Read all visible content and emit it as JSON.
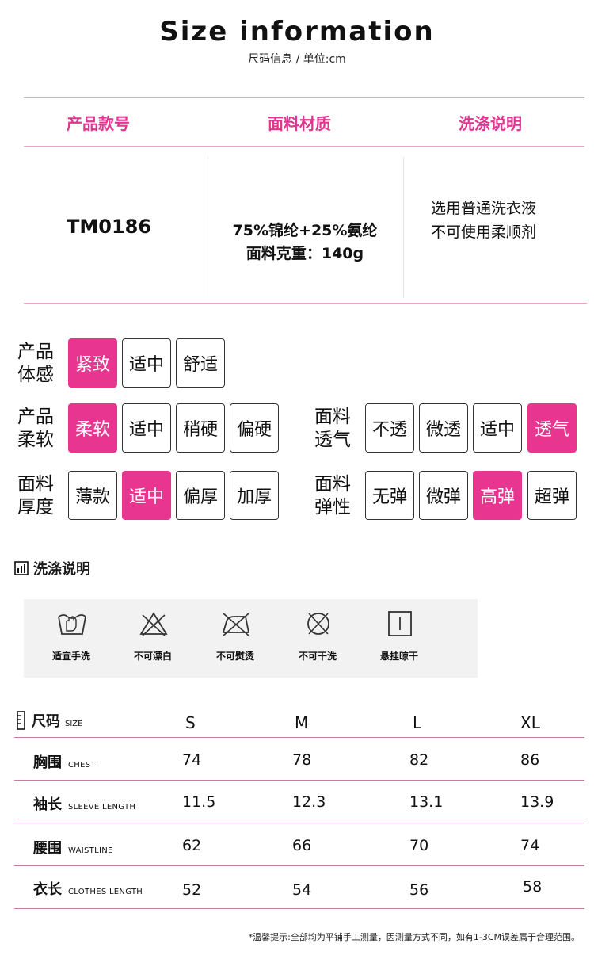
{
  "header": {
    "title": "Size information",
    "subtitle": "尺码信息 / 单位:cm"
  },
  "info": {
    "headers": [
      "产品款号",
      "面料材质",
      "洗涤说明"
    ],
    "model": "TM0186",
    "fabric_line1": "75%锦纶+25%氨纶",
    "fabric_line2": "面料克重：140g",
    "wash_line1": "选用普通洗衣液",
    "wash_line2": "不可使用柔顺剂"
  },
  "features": {
    "fit": {
      "label1": "产品",
      "label2": "体感",
      "options": [
        "紧致",
        "适中",
        "舒适"
      ],
      "selected": 0
    },
    "softness": {
      "label1": "产品",
      "label2": "柔软",
      "options": [
        "柔软",
        "适中",
        "稍硬",
        "偏硬"
      ],
      "selected": 0
    },
    "breath": {
      "label1": "面料",
      "label2": "透气",
      "options": [
        "不透",
        "微透",
        "适中",
        "透气"
      ],
      "selected": 3
    },
    "thickness": {
      "label1": "面料",
      "label2": "厚度",
      "options": [
        "薄款",
        "适中",
        "偏厚",
        "加厚"
      ],
      "selected": 1
    },
    "elastic": {
      "label1": "面料",
      "label2": "弹性",
      "options": [
        "无弹",
        "微弹",
        "高弹",
        "超弹"
      ],
      "selected": 2
    }
  },
  "care": {
    "title": "洗涤说明",
    "items": [
      {
        "icon": "hand-wash-icon",
        "label": "适宜手洗"
      },
      {
        "icon": "no-bleach-icon",
        "label": "不可漂白"
      },
      {
        "icon": "no-iron-icon",
        "label": "不可熨烫"
      },
      {
        "icon": "no-dry-clean-icon",
        "label": "不可干洗"
      },
      {
        "icon": "hang-dry-icon",
        "label": "悬挂晾干"
      }
    ]
  },
  "size_table": {
    "title": "尺码",
    "title_en": "SIZE",
    "sizes": [
      "S",
      "M",
      "L",
      "XL"
    ],
    "rows": [
      {
        "label": "胸围",
        "en": "CHEST",
        "values": [
          "74",
          "78",
          "82",
          "86"
        ]
      },
      {
        "label": "袖长",
        "en": "SLEEVE LENGTH",
        "values": [
          "11.5",
          "12.3",
          "13.1",
          "13.9"
        ]
      },
      {
        "label": "腰围",
        "en": "WAISTLINE",
        "values": [
          "62",
          "66",
          "70",
          "74"
        ]
      },
      {
        "label": "衣长",
        "en": "CLOTHES LENGTH",
        "values": [
          "52",
          "54",
          "56",
          "58"
        ]
      }
    ]
  },
  "footnote": "*温馨提示:全部均为平铺手工测量，因测量方式不同，如有1-3CM误差属于合理范围。",
  "colors": {
    "accent": "#e8358f",
    "heading": "#e23490",
    "line": "#e9a3c8"
  }
}
